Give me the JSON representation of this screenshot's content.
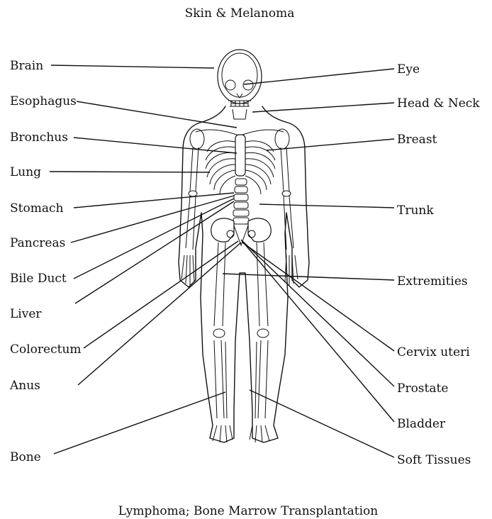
{
  "title": "Skin & Melanoma",
  "footer": "Lymphoma; Bone Marrow Transplantation",
  "left_labels": [
    "Brain",
    "Esophagus",
    "Bronchus",
    "Lung",
    "Stomach",
    "Pancreas",
    "Bile Duct",
    "Liver",
    "Colorectum",
    "Anus",
    "Bone"
  ],
  "right_labels": [
    "Eye",
    "Head & Neck",
    "Breast",
    "Trunk",
    "Extremities",
    "Cervix uteri",
    "Prostate",
    "Bladder",
    "Soft Tissues"
  ],
  "colors": {
    "ink": "#111111",
    "background": "#ffffff"
  }
}
